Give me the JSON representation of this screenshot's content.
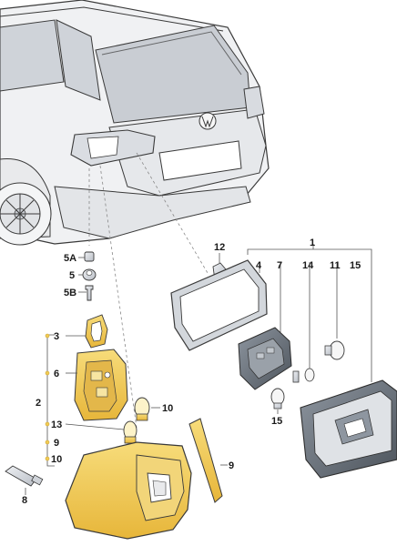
{
  "callouts": {
    "c1": "1",
    "c2": "2",
    "c3": "3",
    "c4": "4",
    "c5": "5",
    "c5a": "5A",
    "c5b": "5B",
    "c6": "6",
    "c7": "7",
    "c8": "8",
    "c9a": "9",
    "c9b": "9",
    "c10a": "10",
    "c10b": "10",
    "c11": "11",
    "c12": "12",
    "c13": "13",
    "c14": "14",
    "c15a": "15",
    "c15b": "15"
  },
  "colors": {
    "highlight": "#f2cc55",
    "highlight_dark": "#c9a232",
    "part_grey": "#d9dde2",
    "car_body": "#f0f1f3",
    "stroke": "#3a3a3a"
  }
}
